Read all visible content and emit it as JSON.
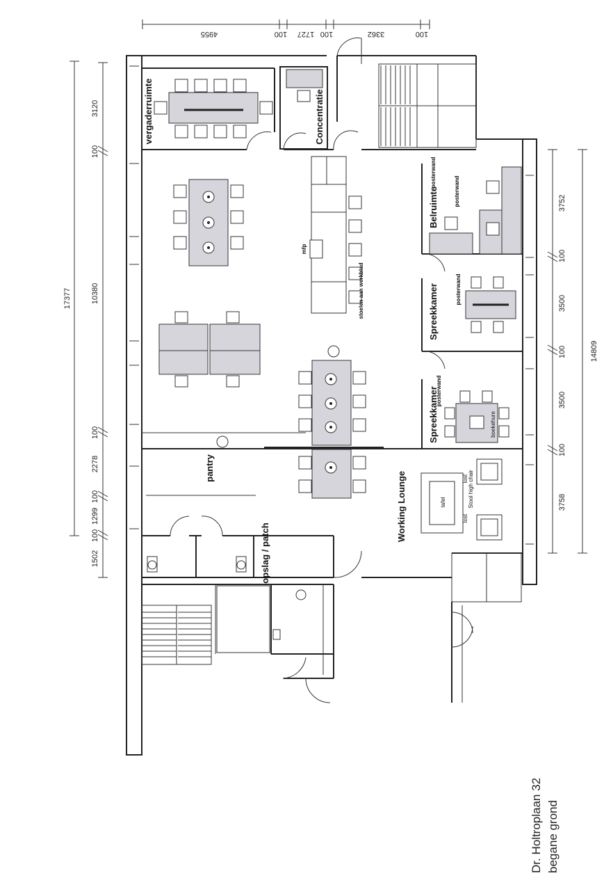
{
  "title": {
    "line1": "Dr. Holtroplaan 32",
    "line2": "begane grond"
  },
  "rooms": {
    "vergaderruimte": "vergaderruimte",
    "concentratie": "Concentratie",
    "belruimte": "Belruimte",
    "spreekkamer_top": "Spreekkamer",
    "spreekkamer_bottom": "Spreekkamer",
    "pantry": "pantry",
    "opslag": "opslag / patch",
    "working_lounge": "Working Lounge",
    "mfp": "mfp",
    "stoelen": "stoelen aan werkblad"
  },
  "labels": {
    "posterwand_1": "posterwand",
    "posterwand_2": "posterwand",
    "posterwand_3": "posterwand",
    "posterwand_4": "posterwand",
    "stool_high_chair": "Stool high chair",
    "lost_1": "lost",
    "lost_2": "lost",
    "tafel": "tafel",
    "boekehure": "boekehure"
  },
  "dimensions": {
    "top": [
      "4955",
      "100",
      "1727",
      "100",
      "3362",
      "100"
    ],
    "left_total": "17377",
    "left_parts": [
      "3120",
      "100",
      "10380",
      "100",
      "2278",
      "100",
      "1299",
      "100",
      "1502"
    ],
    "right_total": "14809",
    "right_parts": [
      "3752",
      "100",
      "3500",
      "100",
      "3500",
      "100",
      "3758"
    ]
  },
  "colors": {
    "furniture_fill": "#d7d5dc",
    "line": "#222222"
  }
}
